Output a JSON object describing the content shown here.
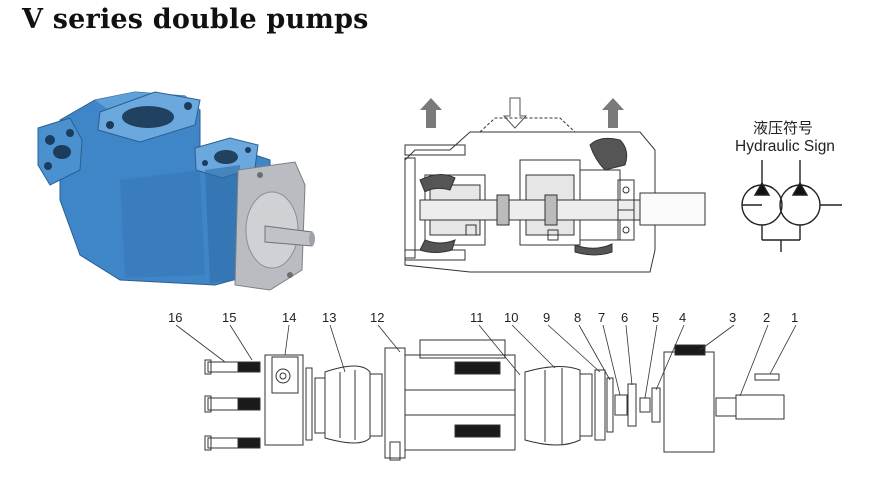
{
  "title": "V series double pumps",
  "hydraulic_sign": {
    "label_zh": "液压符号",
    "label_en": "Hydraulic Sign"
  },
  "part_numbers": [
    "16",
    "15",
    "14",
    "13",
    "12",
    "11",
    "10",
    "9",
    "8",
    "7",
    "6",
    "5",
    "4",
    "3",
    "2",
    "1"
  ],
  "colors": {
    "pump_body": "#3f86c9",
    "flange": "#b9bdc1",
    "line": "#333333",
    "arrow": "#7a7a7a",
    "bolt_dark": "#1a1a1a"
  }
}
